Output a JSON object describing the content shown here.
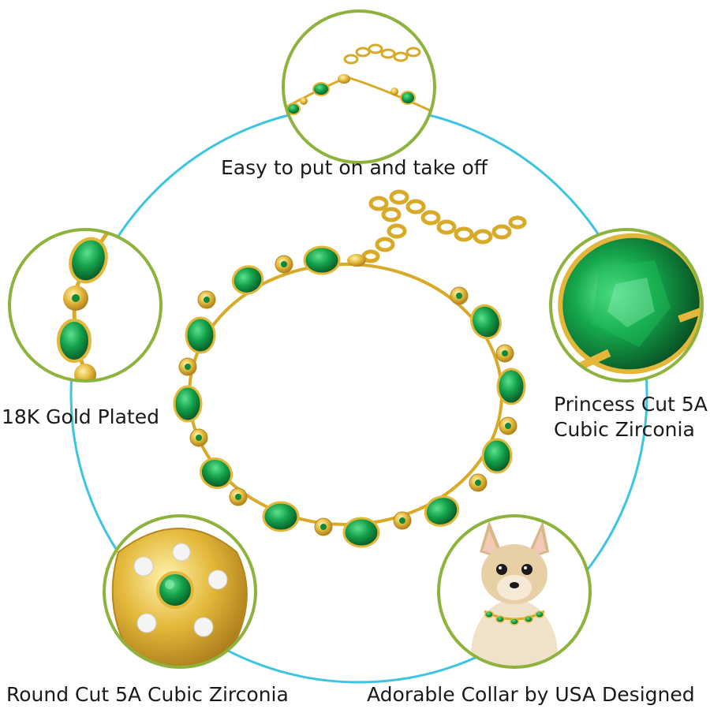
{
  "features": {
    "top": "Easy to put on and take off",
    "left": "18K Gold Plated",
    "right_line1": "Princess Cut 5A",
    "right_line2": "Cubic Zirconia",
    "bottom_left": "Round Cut 5A Cubic Zirconia",
    "bottom_right": "Adorable Collar by USA Designed"
  },
  "colors": {
    "ring": "#3cc5e0",
    "circle_border": "#8db33c",
    "gold": "#e3b83a",
    "emerald": "#0f8a3c"
  }
}
